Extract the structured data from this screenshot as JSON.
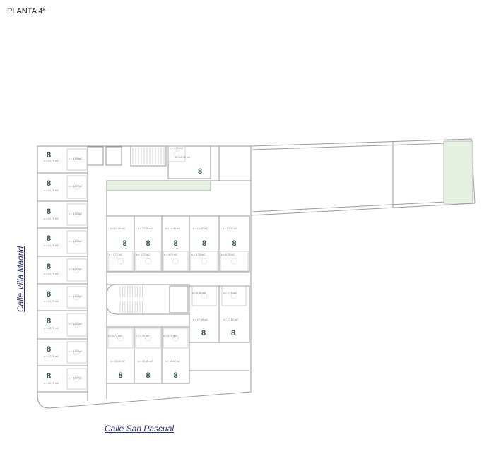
{
  "title": "PLANTA 4ª",
  "streets": {
    "west": "Calle Villa Madrid",
    "south": "Calle San Pascual"
  },
  "colors": {
    "wall": "#9a9a9a",
    "green_area": "#e4f0e0",
    "unit_label": "#2f4f43",
    "street_label": "#2b2f6e"
  },
  "units": [
    {
      "label": "8",
      "area": "s = 12,79 m2",
      "bath": "s = 4,80 m2"
    },
    {
      "label": "8",
      "area": "s = 12,79 m2",
      "bath": "s = 4,80 m2"
    },
    {
      "label": "8",
      "area": "s = 12,79 m2",
      "bath": "s = 4,80 m2"
    },
    {
      "label": "8",
      "area": "s = 12,79 m2",
      "bath": "s = 4,80 m2"
    },
    {
      "label": "8",
      "area": "s = 12,79 m2",
      "bath": "s = 4,80 m2"
    },
    {
      "label": "8",
      "area": "s = 12,79 m2",
      "bath": "s = 4,80 m2"
    },
    {
      "label": "8",
      "area": "s = 12,79 m2",
      "bath": "s = 4,80 m2"
    },
    {
      "label": "8",
      "area": "s = 12,79 m2",
      "bath": "s = 4,80 m2"
    },
    {
      "label": "8",
      "area": "s = 12,79 m2",
      "bath": "s = 4,80 m2"
    },
    {
      "label": "8",
      "area": "s = 12,90 m2",
      "bath": "s = 4,20 m2"
    },
    {
      "label": "8",
      "area": "s = 13,49 m2",
      "bath": "s = 4,70 m2"
    },
    {
      "label": "8",
      "area": "s = 13,49 m2",
      "bath": "s = 4,72 m2"
    },
    {
      "label": "8",
      "area": "s = 13,49 m2",
      "bath": "s = 4,70 m2"
    },
    {
      "label": "8",
      "area": "s = 14,47 m2",
      "bath": "s = 5,78 m2"
    },
    {
      "label": "8",
      "area": "s = 14,47 m2",
      "bath": "s = 5,78 m2"
    },
    {
      "label": "8",
      "area": "s = 17,60 m2",
      "bath": "s = 5,38 m2"
    },
    {
      "label": "8",
      "area": "s = 17,60 m2",
      "bath": "s = 5,78 m2"
    },
    {
      "label": "8",
      "area": "s = 15,40 m2",
      "bath": "s = 4,72 m2"
    },
    {
      "label": "8",
      "area": "s = 15,40 m2",
      "bath": "s = 4,70 m2"
    },
    {
      "label": "8",
      "area": "s = 15,40 m2",
      "bath": "s = 4,70 m2"
    }
  ]
}
